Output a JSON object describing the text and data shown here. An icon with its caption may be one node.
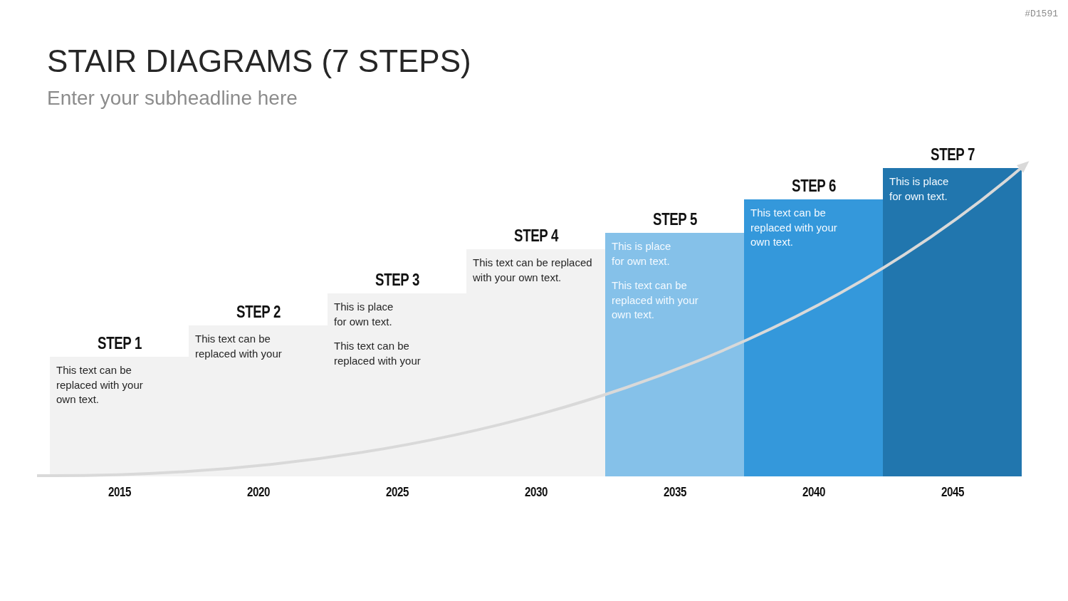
{
  "diagram": {
    "title": "STAIR DIAGRAMS (7 STEPS)",
    "nodes": [
      {
        "text": [
          "STEP 1",
          "This text can be replaced with your own text."
        ],
        "beside": [
          "2015"
        ]
      },
      {
        "text": [
          "STEP 2",
          "This text can be replaced with your"
        ],
        "beside": [
          "2020"
        ]
      },
      {
        "text": [
          "STEP 3",
          "This is place for own text.",
          "This text can be replaced with your"
        ],
        "beside": [
          "2025"
        ]
      },
      {
        "text": [
          "STEP 4",
          "This text can be replaced with your own text."
        ],
        "beside": [
          "2030"
        ]
      },
      {
        "text": [
          "STEP 5",
          "This is place for own text.",
          "This text can be replaced with your own text."
        ],
        "beside": [
          "2035"
        ]
      },
      {
        "text": [
          "STEP 6",
          "This text can be replaced with your own text."
        ],
        "beside": [
          "2040"
        ]
      },
      {
        "text": [
          "STEP 7",
          "This is place for own text."
        ],
        "beside": [
          "2045"
        ]
      }
    ],
    "labels": [
      "#D1591",
      "Enter your subheadline here"
    ]
  }
}
